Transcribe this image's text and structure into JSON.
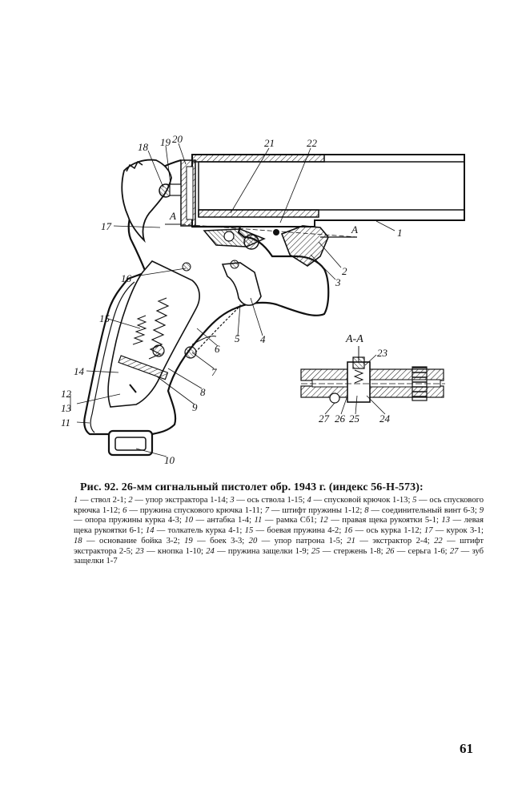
{
  "figure": {
    "callouts": [
      "1",
      "2",
      "3",
      "4",
      "5",
      "6",
      "7",
      "8",
      "9",
      "10",
      "11",
      "12",
      "13",
      "14",
      "15",
      "16",
      "17",
      "18",
      "19",
      "20",
      "21",
      "22"
    ],
    "section_mark": "A",
    "section_title": "А-А",
    "section_callouts": [
      "23",
      "24",
      "25",
      "26",
      "27"
    ]
  },
  "caption": {
    "title": "Рис. 92. 26-мм сигнальный пистолет обр. 1943 г. (индекс 56-Н-573):",
    "legend": [
      {
        "n": "1",
        "t": "— ствол 2-1; "
      },
      {
        "n": "2",
        "t": "— упор экстрактора 1-14; "
      },
      {
        "n": "3",
        "t": "— ось ствола 1-15; "
      },
      {
        "n": "4",
        "t": "— спусковой крючок 1-13; "
      },
      {
        "n": "5",
        "t": "— ось спускового крючка 1-12; "
      },
      {
        "n": "6",
        "t": "— пружина спускового крючка 1-11; "
      },
      {
        "n": "7",
        "t": "— штифт пружины 1-12; "
      },
      {
        "n": "8",
        "t": "— соединительный винт 6-3; "
      },
      {
        "n": "9",
        "t": "— опора пружины курка 4-3; "
      },
      {
        "n": "10",
        "t": "— антабка 1-4; "
      },
      {
        "n": "11",
        "t": "— рамка Сб1; "
      },
      {
        "n": "12",
        "t": "— правая щека рукоятки 5-1; "
      },
      {
        "n": "13",
        "t": "— левая щека рукоятки 6-1; "
      },
      {
        "n": "14",
        "t": "— толкатель курка 4-1; "
      },
      {
        "n": "15",
        "t": "— боевая пружина 4-2; "
      },
      {
        "n": "16",
        "t": "— ось курка 1-12; "
      },
      {
        "n": "17",
        "t": "— курок 3-1; "
      },
      {
        "n": "18",
        "t": "— основание бойка 3-2; "
      },
      {
        "n": "19",
        "t": "— боек 3-3; "
      },
      {
        "n": "20",
        "t": "— упор патрона 1-5; "
      },
      {
        "n": "21",
        "t": "— экстрактор 2-4; "
      },
      {
        "n": "22",
        "t": "— штифт экстрактора 2-5; "
      },
      {
        "n": "23",
        "t": "— кнопка 1-10; "
      },
      {
        "n": "24",
        "t": "— пружина защелки 1-9; "
      },
      {
        "n": "25",
        "t": "— стержень 1-8; "
      },
      {
        "n": "26",
        "t": "— серьга 1-6; "
      },
      {
        "n": "27",
        "t": "— зуб защелки 1-7"
      }
    ]
  },
  "page_number": "61"
}
